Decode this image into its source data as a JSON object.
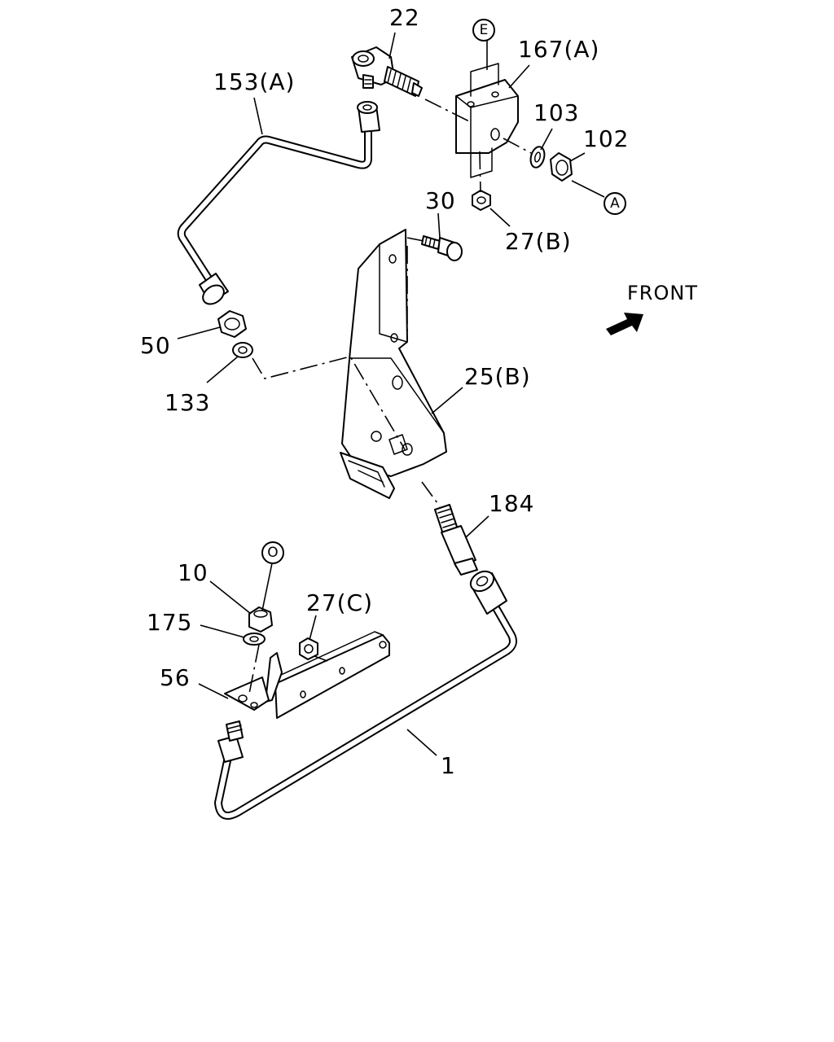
{
  "diagram": {
    "front_label": "FRONT",
    "parts": [
      {
        "id": "1",
        "label": "1"
      },
      {
        "id": "10",
        "label": "10"
      },
      {
        "id": "22",
        "label": "22"
      },
      {
        "id": "25B",
        "label": "25(B)"
      },
      {
        "id": "27B",
        "label": "27(B)"
      },
      {
        "id": "27C",
        "label": "27(C)"
      },
      {
        "id": "30",
        "label": "30"
      },
      {
        "id": "50",
        "label": "50"
      },
      {
        "id": "56",
        "label": "56"
      },
      {
        "id": "102",
        "label": "102"
      },
      {
        "id": "103",
        "label": "103"
      },
      {
        "id": "133",
        "label": "133"
      },
      {
        "id": "153A",
        "label": "153(A)"
      },
      {
        "id": "167A",
        "label": "167(A)"
      },
      {
        "id": "175",
        "label": "175"
      },
      {
        "id": "184",
        "label": "184"
      }
    ],
    "refs": [
      {
        "id": "E",
        "label": "E"
      },
      {
        "id": "A",
        "label": "A"
      },
      {
        "id": "O",
        "label": "O"
      }
    ]
  }
}
